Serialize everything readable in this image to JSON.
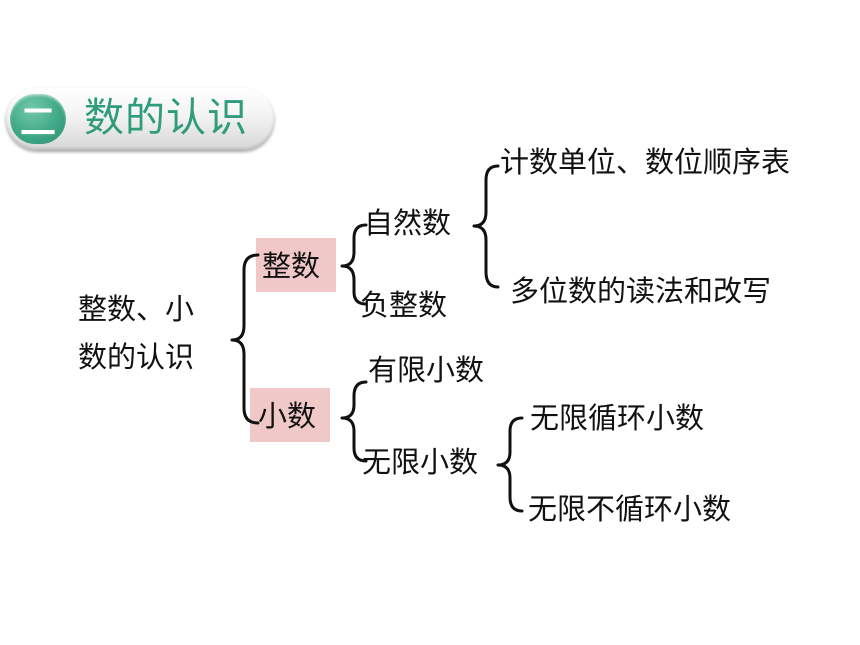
{
  "title": {
    "badge": "二",
    "text": "数的认识"
  },
  "diagram": {
    "root": [
      "整数、小",
      "数的认识"
    ],
    "integers": "整数",
    "decimals": "小数",
    "natural_numbers": "自然数",
    "negative_integers": "负整数",
    "counting_units": "计数单位、数位顺序表",
    "read_write": "多位数的读法和改写",
    "finite_decimals": "有限小数",
    "infinite_decimals": "无限小数",
    "repeating_decimals": "无限循环小数",
    "non_repeating_decimals": "无限不循环小数"
  },
  "colors": {
    "accent": "#2f9c7b",
    "badge": "#3fa886",
    "highlight": "#f0c8c8"
  }
}
